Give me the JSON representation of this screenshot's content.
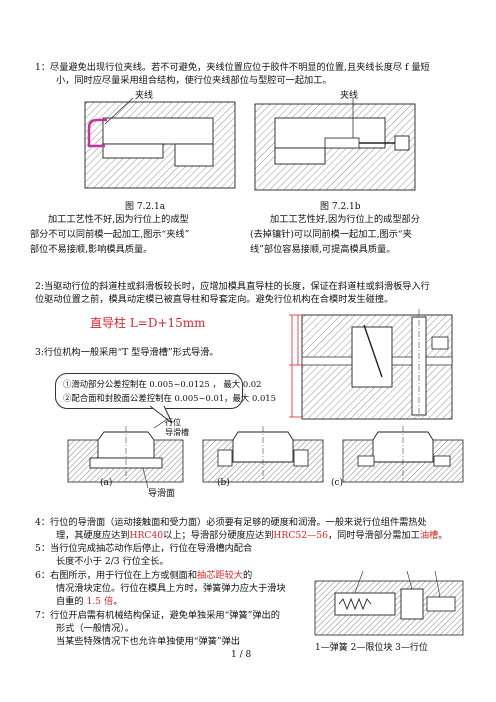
{
  "title": "一《模具设计经验》——滑块设计心得",
  "items": {
    "p1_l1": "1：尽量避免出现行位夹线。若不可避免，夹线位置应位于胶件不明显的位置,且夹线长度尽 f 量短",
    "p1_l2": "小，同时应尽量采用组合结构，使行位夹线部位与型腔可一起加工。",
    "fig_a_label": "夹线",
    "fig_b_label": "夹线",
    "fig_a_caption": "图 7.2.1a",
    "fig_b_caption": "图 7.2.1b",
    "a_l1": "加工工艺性不好,因为行位上的成型",
    "a_l2": "部分不可以同前模一起加工,图示“夹线”",
    "a_l3": "部位不易接顺,影响模具质量。",
    "b_l1": "加工工艺性好,因为行位上的成型部分",
    "b_l2": "(去掉镶针)可以同前模一起加工,图示“夹",
    "b_l3": "线”部位容易接顺,可提高模具质量。",
    "p2_l1": "2:当驱动行位的斜道柱或斜滑板较长时，应增加模具直导柱的长度，保证在斜道柱或斜滑板导入行",
    "p2_l2": "位驱动位置之前，模具动定模已被直导柱和导套定向。避免行位机构在合模时发生碰撞。",
    "guide_formula": "直导柱 L=D+15mm",
    "p3": "3:行位机构一般采用“T 型导滑槽”形式导滑。",
    "tol_1": "①滑动部分公差控制在 0.005~0.0125 ，  最大 0.02",
    "tol_2": "②配合面和封胶面公差控制在 0.005~0.01，最大 0.015",
    "slot_label_1": "行位",
    "slot_label_2": "导滑槽",
    "sub_a": "(a)",
    "sub_b": "(b)",
    "sub_c": "(c)",
    "guide_face": "导滑面",
    "p4_l1": "4：行位的导滑面（运动接触面和受力面）必须要有足够的硬度和润滑。一般来说行位组件需热处",
    "p4_l2_a": "理，其硬度应达到",
    "p4_l2_b": "HRC40",
    "p4_l2_c": "以上；导滑部分硬度应达到",
    "p4_l2_d": "HRC52—56",
    "p4_l2_e": "，同时导滑部分需加工",
    "p4_l2_f": "油槽",
    "p4_l2_g": "。",
    "p5_l1": "5：当行位完成抽芯动作后停止，行位在导滑槽内配合",
    "p5_l2": "长度不小于 2/3 行位全长。",
    "p6_l1_a": "6：右图所示，用于行位在上方或侧面和",
    "p6_l1_b": "抽芯距较大",
    "p6_l1_c": "的",
    "p6_l2": "情况滑块定位。行位在模具上方时，弹簧弹力应大于滑块",
    "p6_l3_a": "自重的 ",
    "p6_l3_b": "1.5 倍",
    "p6_l3_c": "。",
    "p7_l1": "7：行位开启需有机械结构保证，避免单独采用“弹簧”弹出的",
    "p7_l2": "形式（一般情况）。",
    "p7_l3": "当某些特殊情况下也允许单独使用“弹簧”弹出",
    "legend_spring": "1—弹簧 2—限位块 3—行位",
    "page_no": "1 / 8"
  },
  "colors": {
    "red": "#e0262b",
    "hatch": "#6a6a6a",
    "magenta": "#c0369a",
    "ink": "#111111"
  }
}
